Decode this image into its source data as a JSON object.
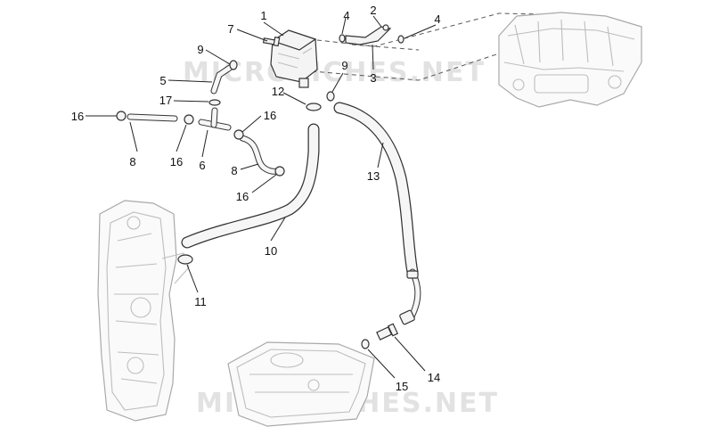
{
  "watermark": {
    "lines": [
      "MICROFICHES.NET",
      "MICROFICHES.NET"
    ],
    "color": "#e2e2e2"
  },
  "callouts": [
    "1",
    "2",
    "3",
    "4",
    "4",
    "5",
    "6",
    "7",
    "8",
    "8",
    "9",
    "9",
    "10",
    "11",
    "12",
    "13",
    "14",
    "15",
    "16",
    "16",
    "16",
    "16",
    "17"
  ]
}
